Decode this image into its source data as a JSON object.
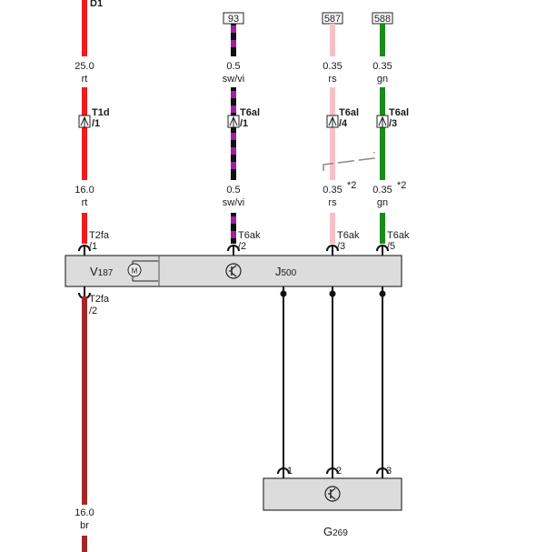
{
  "top_label": "D1",
  "colors": {
    "rt": "#ee1c1c",
    "br": "#a0282a",
    "sw": "#111111",
    "vi": "#a020a0",
    "rs": "#f7c0c8",
    "gn": "#1a8c1a",
    "box_fill": "#dcdcdc",
    "box_stroke": "#333333"
  },
  "wires": {
    "d1": {
      "upper_size": "25.0",
      "upper_color": "rt",
      "lower_size": "16.0",
      "lower_color": "rt",
      "connector": "T1d",
      "pin": "/1",
      "lower_connector": "T2fa",
      "lower_pin": "/1"
    },
    "w93": {
      "ref": "93",
      "upper_size": "0.5",
      "upper_color": "sw/vi",
      "lower_size": "0.5",
      "lower_color": "sw/vi",
      "connector": "T6al",
      "pin": "/1",
      "lower_connector": "T6ak",
      "lower_pin": "/2"
    },
    "w587": {
      "ref": "587",
      "upper_size": "0.35",
      "upper_color": "rs",
      "lower_size": "0.35",
      "lower_color": "rs",
      "lower_note": "*2",
      "connector": "T6al",
      "pin": "/4",
      "lower_connector": "T6ak",
      "lower_pin": "/3"
    },
    "w588": {
      "ref": "588",
      "upper_size": "0.35",
      "upper_color": "gn",
      "lower_size": "0.35",
      "lower_color": "gn",
      "lower_note": "*2",
      "connector": "T6al",
      "pin": "/3",
      "lower_connector": "T6ak",
      "lower_pin": "/5"
    }
  },
  "ground_wire": {
    "connector": "T2fa",
    "pin": "/2",
    "size": "16.0",
    "color": "br"
  },
  "module_main": {
    "name_left": "V",
    "name_left_sub": "187",
    "motor_symbol": "M",
    "name_right": "J",
    "name_right_sub": "500"
  },
  "module_bottom": {
    "name": "G",
    "name_sub": "269",
    "pins": [
      "1",
      "2",
      "3"
    ]
  }
}
